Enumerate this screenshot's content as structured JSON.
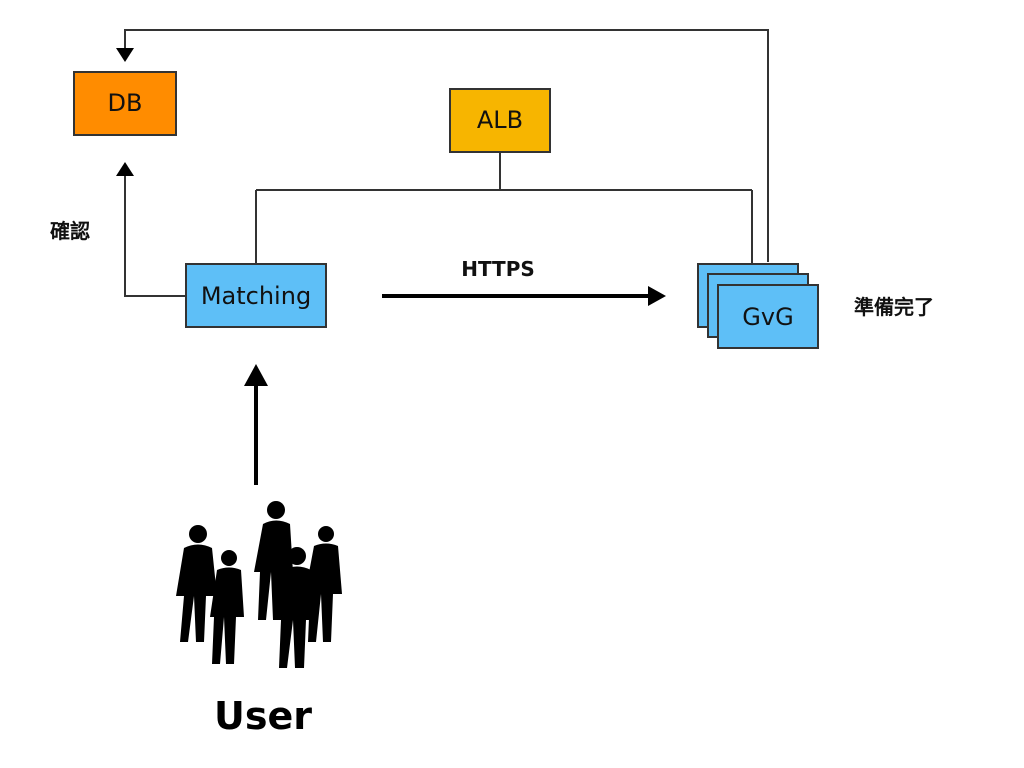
{
  "nodes": {
    "db": {
      "label": "DB",
      "color": "#ff8c00"
    },
    "alb": {
      "label": "ALB",
      "color": "#f7b500"
    },
    "matching": {
      "label": "Matching",
      "color": "#5ebff7"
    },
    "gvg": {
      "label": "GvG",
      "color": "#5ebff7"
    }
  },
  "edges": {
    "matching_to_db": {
      "label": "確認"
    },
    "matching_to_gvg": {
      "label": "HTTPS"
    },
    "gvg_to_db": {
      "label": "準備完了"
    }
  },
  "user": {
    "label": "User",
    "icon": "people-group-icon"
  }
}
